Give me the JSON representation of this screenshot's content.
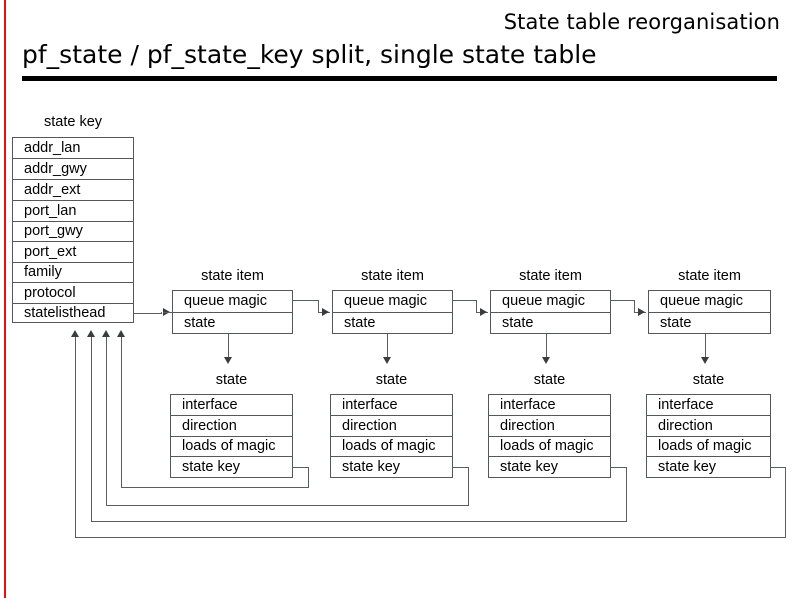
{
  "header": {
    "kicker": "State table reorganisation",
    "title": "pf_state / pf_state_key split, single state table",
    "accent_color": "#e8120b",
    "rule_color": "#000000"
  },
  "diagram": {
    "state_key_table": {
      "caption": "state key",
      "rows": [
        "addr_lan",
        "addr_gwy",
        "addr_ext",
        "port_lan",
        "port_gwy",
        "port_ext",
        "family",
        "protocol",
        "statelisthead"
      ]
    },
    "state_item_caption": "state item",
    "state_item_rows": [
      "queue magic",
      "state"
    ],
    "state_caption": "state",
    "state_rows": [
      "interface",
      "direction",
      "loads of magic",
      "state key"
    ],
    "columns": [
      {
        "item_caption": "state item",
        "item_rows": [
          "queue magic",
          "state"
        ],
        "state_caption": "state",
        "state_rows": [
          "interface",
          "direction",
          "loads of magic",
          "state key"
        ]
      },
      {
        "item_caption": "state item",
        "item_rows": [
          "queue magic",
          "state"
        ],
        "state_caption": "state",
        "state_rows": [
          "interface",
          "direction",
          "loads of magic",
          "state key"
        ]
      },
      {
        "item_caption": "state item",
        "item_rows": [
          "queue magic",
          "state"
        ],
        "state_caption": "state",
        "state_rows": [
          "interface",
          "direction",
          "loads of magic",
          "state key"
        ]
      },
      {
        "item_caption": "state item",
        "item_rows": [
          "queue magic",
          "state"
        ],
        "state_caption": "state",
        "state_rows": [
          "interface",
          "direction",
          "loads of magic",
          "state key"
        ]
      }
    ]
  }
}
